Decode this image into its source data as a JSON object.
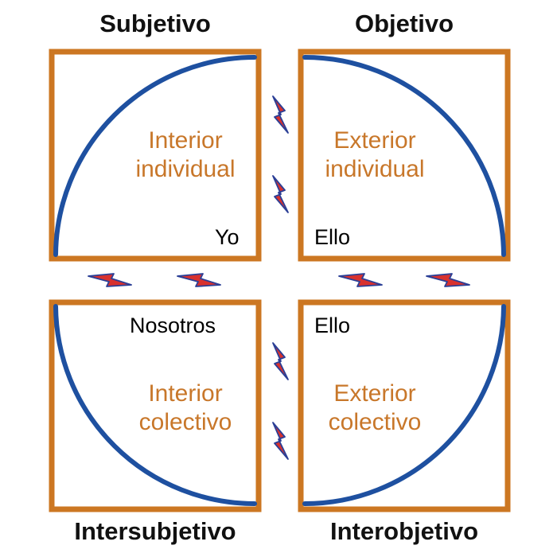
{
  "colors": {
    "frame": "#CC7722",
    "arc": "#1E50A0",
    "bolt_fill": "#D8312E",
    "bolt_outline": "#2B3F96",
    "label": "#C8772A",
    "text": "#111111"
  },
  "headings": {
    "top_left": "Subjetivo",
    "top_right": "Objetivo",
    "bottom_left": "Intersubjetivo",
    "bottom_right": "Interobjetivo"
  },
  "quadrants": {
    "top_left": {
      "line1": "Interior",
      "line2": "individual",
      "corner": "Yo"
    },
    "top_right": {
      "line1": "Exterior",
      "line2": "individual",
      "corner": "Ello"
    },
    "bottom_left": {
      "line1": "Interior",
      "line2": "colectivo",
      "corner": "Nosotros"
    },
    "bottom_right": {
      "line1": "Exterior",
      "line2": "colectivo",
      "corner": "Ello"
    }
  },
  "icons": {
    "bolt": "lightning-bolt-icon"
  }
}
